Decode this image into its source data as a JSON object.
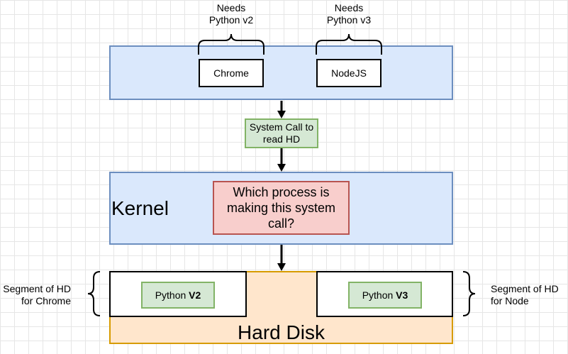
{
  "top_labels": {
    "chrome_needs": [
      "Needs",
      "Python v2"
    ],
    "node_needs": [
      "Needs",
      "Python v3"
    ]
  },
  "processes": {
    "chrome": "Chrome",
    "node": "NodeJS"
  },
  "syscall": [
    "System Call to",
    "read HD"
  ],
  "kernel": {
    "label": "Kernel",
    "question": "Which process is making this system call?"
  },
  "hard_disk": {
    "label": "Hard Disk",
    "segment_left": {
      "prefix": "Python ",
      "version": "V2",
      "side_label": [
        "Segment of HD",
        "for Chrome"
      ]
    },
    "segment_right": {
      "prefix": "Python ",
      "version": "V3",
      "side_label": [
        "Segment of HD",
        "for Node"
      ]
    }
  },
  "colors": {
    "process_lane_fill": "#dae8fc",
    "process_lane_stroke": "#6c8ebf",
    "syscall_fill": "#d5e8d4",
    "syscall_stroke": "#82b366",
    "question_fill": "#f8cecc",
    "question_stroke": "#b85450",
    "disk_fill": "#ffe6cc",
    "disk_stroke": "#d79b00"
  }
}
